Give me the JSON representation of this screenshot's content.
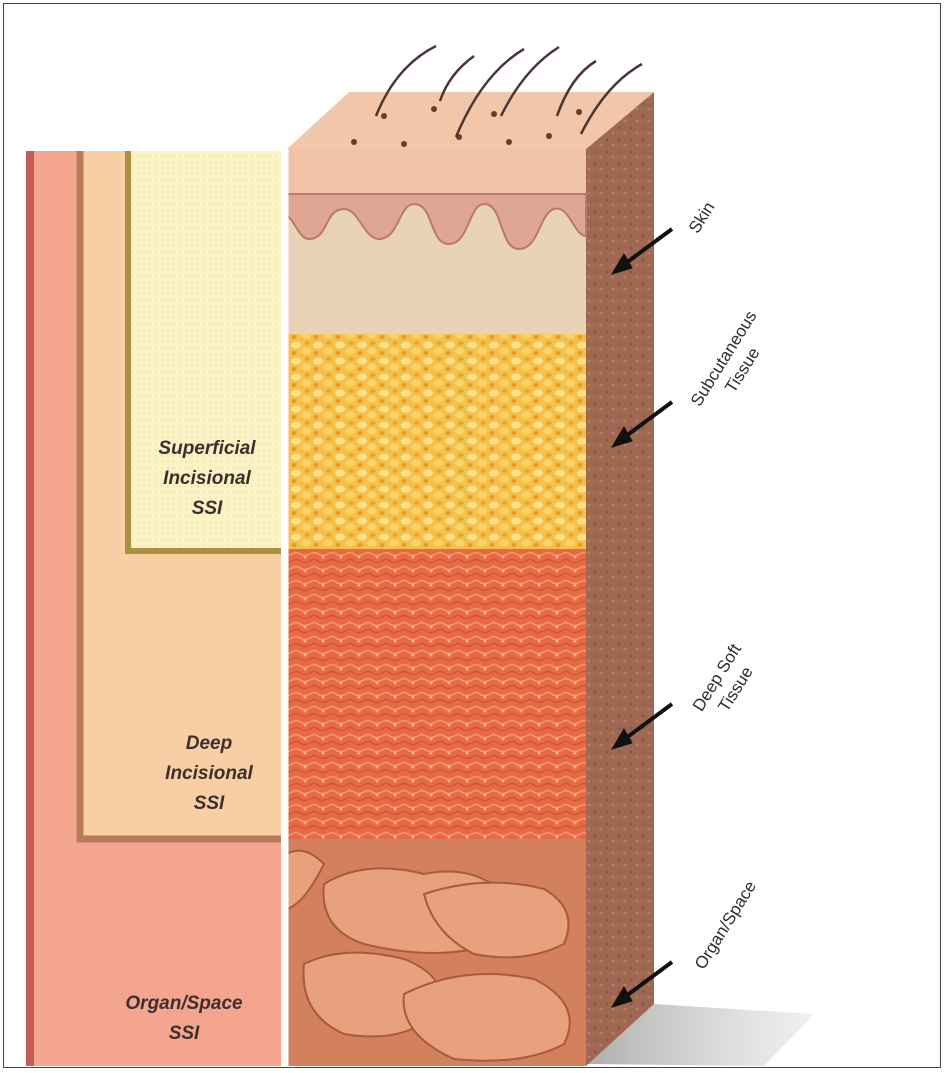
{
  "region_labels": {
    "superficial": "Superficial\nIncisional\nSSI",
    "deep": "Deep\nIncisional\nSSI",
    "organ": "Organ/Space\nSSI"
  },
  "layer_labels": {
    "skin": "Skin",
    "subcutaneous": "Subcutaneous\nTissue",
    "deep_soft": "Deep Soft\nTissue",
    "organ_space": "Organ/Space"
  },
  "colors": {
    "skin_top": "#f2c6a8",
    "dermis_band": "#e9b9a4",
    "subcut_upper": "#e9d3b6",
    "fat": "#f2b935",
    "muscle": "#e8643e",
    "organ": "#d98a66",
    "side_face": "#9b6551",
    "superficial_zone": "#f9f3c6",
    "deep_zone": "#f8cfa4",
    "organ_zone": "#f3a590"
  },
  "icons": [
    "hair-icon",
    "arrow-icon"
  ]
}
